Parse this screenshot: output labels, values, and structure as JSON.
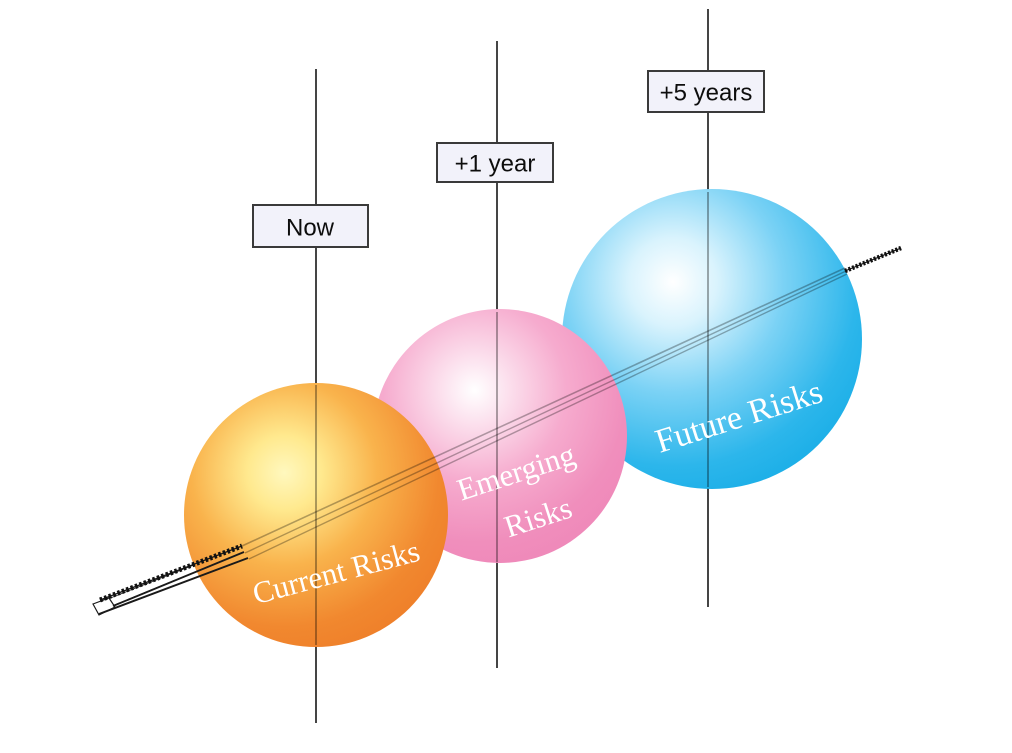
{
  "diagram": {
    "kind": "risk-horizon-spheres",
    "background": "#FFFFFF"
  },
  "timeline_labels": [
    {
      "id": "now",
      "text": "Now"
    },
    {
      "id": "plus-1-year",
      "text": "+1 year"
    },
    {
      "id": "plus-5-years",
      "text": "+5 years"
    }
  ],
  "spheres": [
    {
      "id": "current-risks",
      "lines": [
        "Current Risks"
      ],
      "time_label": "Now",
      "color_main": "#F0812C",
      "color_highlight": "#FFF8BE"
    },
    {
      "id": "emerging-risks",
      "lines": [
        "Emerging",
        "Risks"
      ],
      "time_label": "+1 year",
      "color_main": "#EF89BA",
      "color_highlight": "#FFFFFF"
    },
    {
      "id": "future-risks",
      "lines": [
        "Future Risks"
      ],
      "time_label": "+5 years",
      "color_main": "#1FB1E8",
      "color_highlight": "#FFFFFF"
    }
  ]
}
